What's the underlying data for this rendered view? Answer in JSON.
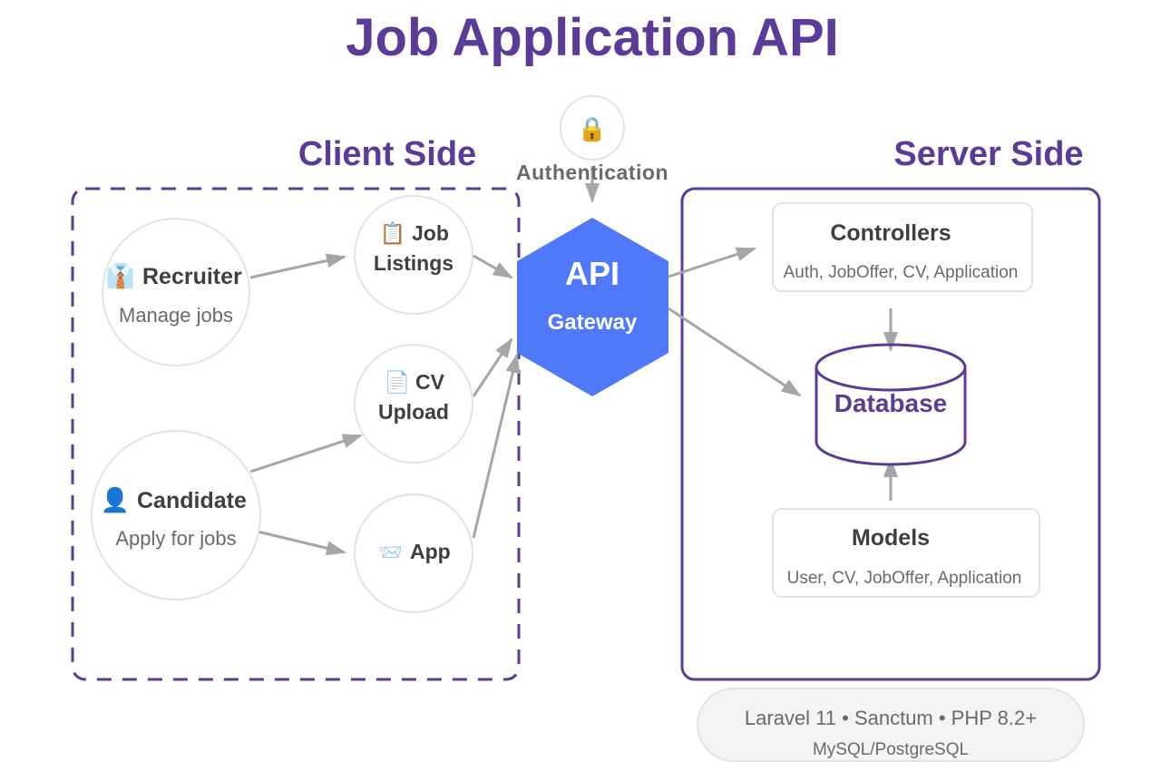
{
  "title": "Job Application API",
  "sections": {
    "client": "Client Side",
    "server": "Server Side"
  },
  "auth": {
    "icon": "lock-icon",
    "glyph": "🔒",
    "label": "Authentication"
  },
  "gateway": {
    "title": "API",
    "subtitle": "Gateway",
    "color": "#4f79f9"
  },
  "actors": {
    "recruiter": {
      "icon": "necktie-icon",
      "glyph": "👔",
      "label": "Recruiter",
      "subtitle": "Manage jobs"
    },
    "candidate": {
      "icon": "person-icon",
      "glyph": "👤",
      "label": "Candidate",
      "subtitle": "Apply for jobs"
    }
  },
  "features": {
    "job_listings": {
      "icon": "clipboard-icon",
      "glyph": "📋",
      "line1": "Job",
      "line2": "Listings"
    },
    "cv_upload": {
      "icon": "document-icon",
      "glyph": "📄",
      "line1": "CV",
      "line2": "Upload"
    },
    "app": {
      "icon": "envelope-icon",
      "glyph": "📨",
      "label": "App"
    }
  },
  "server": {
    "controllers": {
      "title": "Controllers",
      "subtitle": "Auth, JobOffer, CV, Application"
    },
    "database": {
      "label": "Database"
    },
    "models": {
      "title": "Models",
      "subtitle": "User, CV, JobOffer, Application"
    }
  },
  "stack": {
    "line1": "Laravel 11 • Sanctum • PHP 8.2+",
    "line2": "MySQL/PostgreSQL"
  },
  "colors": {
    "accent": "#5b3a98",
    "arrow": "#a6a6a6",
    "gateway": "#4f79f9",
    "node_border": "#e3e3e3"
  }
}
